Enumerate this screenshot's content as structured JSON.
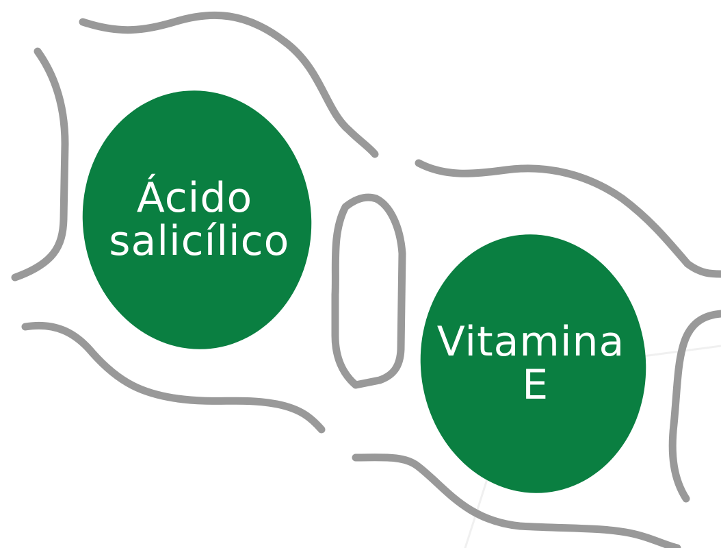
{
  "colors": {
    "background": "#ffffff",
    "blob_fill": "#0a7f41",
    "blob_text": "#ffffff",
    "outline_stroke": "#999999",
    "faint_line": "#f0f0f0"
  },
  "ingredients": [
    {
      "line1": "Ácido",
      "line2": "salicílico"
    },
    {
      "line1": "Vitamina",
      "line2": "E"
    }
  ]
}
